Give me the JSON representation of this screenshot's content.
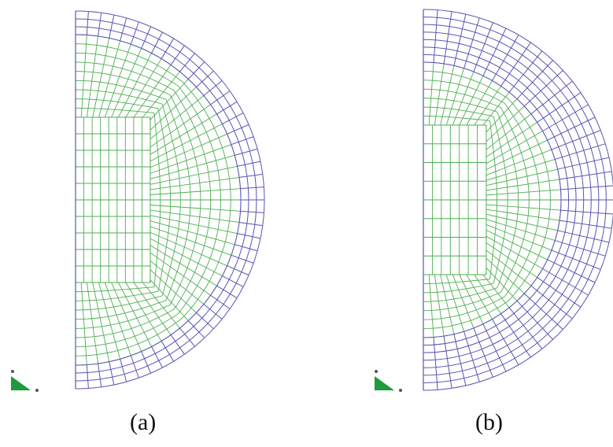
{
  "panels": [
    {
      "id": "a",
      "caption": "(a)"
    },
    {
      "id": "b",
      "caption": "(b)"
    }
  ],
  "colors": {
    "inner_mesh": "#4caf50",
    "outer_mesh": "#5a55b5",
    "triad": "#1f9a3c",
    "background": "#ffffff"
  },
  "icons": {
    "coordinate_triad": "axis-triad-icon"
  }
}
